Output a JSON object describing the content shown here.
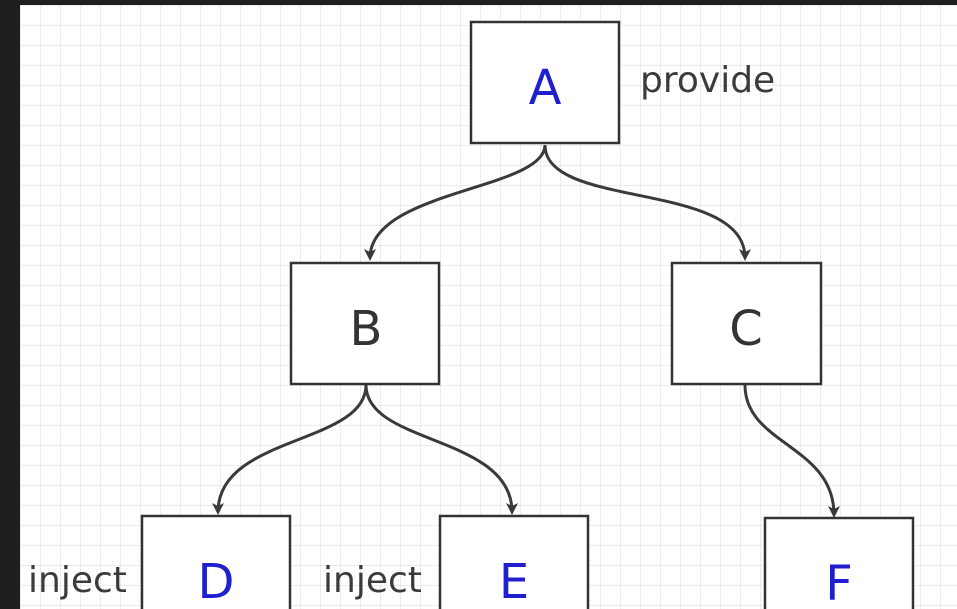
{
  "diagram": {
    "nodes": {
      "a": {
        "label": "A",
        "color": "#1f1fcf"
      },
      "b": {
        "label": "B",
        "color": "#333333"
      },
      "c": {
        "label": "C",
        "color": "#333333"
      },
      "d": {
        "label": "D",
        "color": "#1f1fcf"
      },
      "e": {
        "label": "E",
        "color": "#1f1fcf"
      },
      "f": {
        "label": "F",
        "color": "#1f1fcf"
      }
    },
    "annotations": {
      "provide": "provide",
      "inject_d": "inject",
      "inject_e": "inject"
    },
    "edges": [
      {
        "from": "A",
        "to": "B"
      },
      {
        "from": "A",
        "to": "C"
      },
      {
        "from": "B",
        "to": "D"
      },
      {
        "from": "B",
        "to": "E"
      },
      {
        "from": "C",
        "to": "F"
      }
    ],
    "colors": {
      "grid_line": "#d9d9d9",
      "canvas": "#ffffff",
      "frame": "#1f1f1f",
      "edge": "#3a3a3a",
      "box_border": "#333333"
    }
  }
}
